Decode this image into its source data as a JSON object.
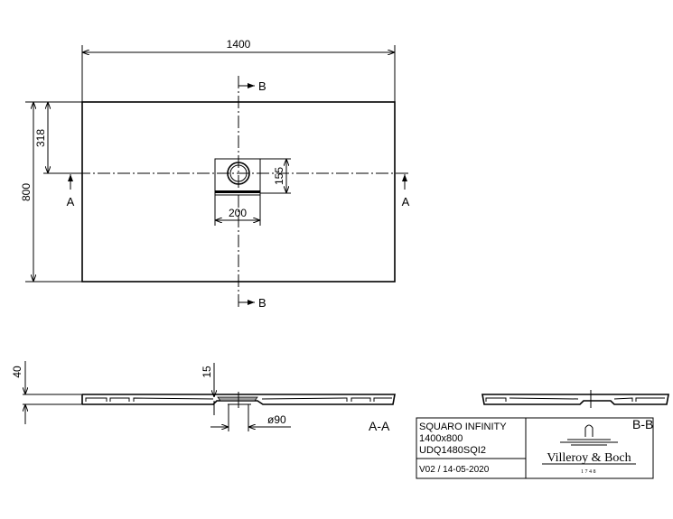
{
  "plan": {
    "width_dim": "1400",
    "height_dim": "800",
    "offset_dim": "318",
    "drain_box_width": "200",
    "drain_box_height": "155",
    "section_a": "A",
    "section_b": "B"
  },
  "section_aa": {
    "label": "A-A",
    "height_dim": "40",
    "drain_depth_dim": "15",
    "drain_diameter_dim": "ø90"
  },
  "section_bb": {
    "label": "B-B"
  },
  "title_block": {
    "product": "SQUARO INFINITY",
    "size": "1400x800",
    "code": "UDQ1480SQI2",
    "version": "V02 / 14-05-2020",
    "brand": "Villeroy & Boch",
    "brand_year": "1748"
  }
}
